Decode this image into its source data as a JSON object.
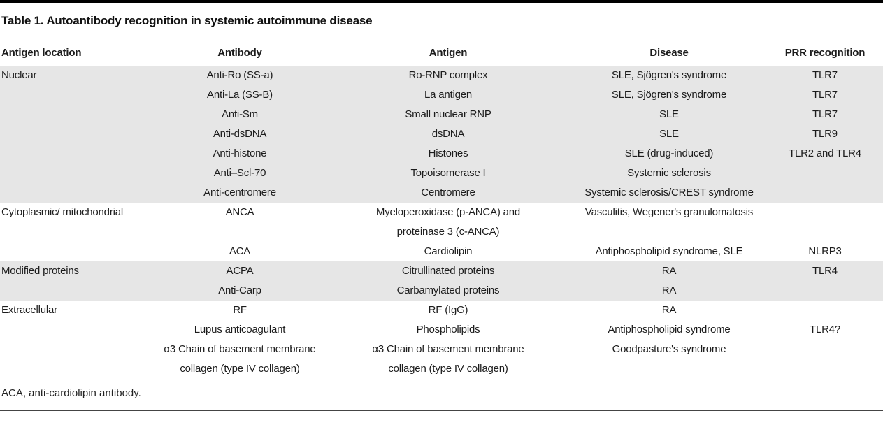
{
  "page": {
    "title": "Table 1. Autoantibody recognition in systemic autoimmune disease",
    "footnote": "ACA, anti-cardiolipin antibody.",
    "shade_color": "#e6e6e6",
    "rule_color": "#000000"
  },
  "table": {
    "headers": {
      "location": "Antigen location",
      "antibody": "Antibody",
      "antigen": "Antigen",
      "disease": "Disease",
      "prr": "PRR recognition"
    },
    "sections": [
      {
        "location": "Nuclear",
        "rows": [
          {
            "antibody": "Anti-Ro (SS-a)",
            "antigen": "Ro-RNP complex",
            "disease": "SLE, Sjögren's syndrome",
            "prr": "TLR7"
          },
          {
            "antibody": "Anti-La (SS-B)",
            "antigen": "La antigen",
            "disease": "SLE, Sjögren's syndrome",
            "prr": "TLR7"
          },
          {
            "antibody": "Anti-Sm",
            "antigen": "Small nuclear RNP",
            "disease": "SLE",
            "prr": "TLR7"
          },
          {
            "antibody": "Anti-dsDNA",
            "antigen": "dsDNA",
            "disease": "SLE",
            "prr": "TLR9"
          },
          {
            "antibody": "Anti-histone",
            "antigen": "Histones",
            "disease": "SLE (drug-induced)",
            "prr": "TLR2 and TLR4"
          },
          {
            "antibody": "Anti–Scl-70",
            "antigen": "Topoisomerase I",
            "disease": "Systemic sclerosis",
            "prr": ""
          },
          {
            "antibody": "Anti-centromere",
            "antigen": "Centromere",
            "disease": "Systemic sclerosis/CREST syndrome",
            "prr": ""
          }
        ]
      },
      {
        "location": "Cytoplasmic/ mitochondrial",
        "rows": [
          {
            "antibody": "ANCA",
            "antigen": "Myeloperoxidase (p-ANCA) and\nproteinase 3 (c-ANCA)",
            "disease": "Vasculitis, Wegener's granulomatosis",
            "prr": ""
          },
          {
            "antibody": "ACA",
            "antigen": "Cardiolipin",
            "disease": "Antiphospholipid syndrome, SLE",
            "prr": "NLRP3"
          }
        ]
      },
      {
        "location": "Modified proteins",
        "rows": [
          {
            "antibody": "ACPA",
            "antigen": "Citrullinated proteins",
            "disease": "RA",
            "prr": "TLR4"
          },
          {
            "antibody": "Anti-Carp",
            "antigen": "Carbamylated proteins",
            "disease": "RA",
            "prr": ""
          }
        ]
      },
      {
        "location": "Extracellular",
        "rows": [
          {
            "antibody": "RF",
            "antigen": "RF (IgG)",
            "disease": "RA",
            "prr": ""
          },
          {
            "antibody": "Lupus anticoagulant",
            "antigen": "Phospholipids",
            "disease": "Antiphospholipid syndrome",
            "prr": "TLR4?"
          },
          {
            "antibody": "α3 Chain of basement membrane\ncollagen (type IV collagen)",
            "antigen": "α3 Chain of basement membrane\ncollagen (type IV collagen)",
            "disease": "Goodpasture's syndrome",
            "prr": ""
          }
        ]
      }
    ]
  }
}
